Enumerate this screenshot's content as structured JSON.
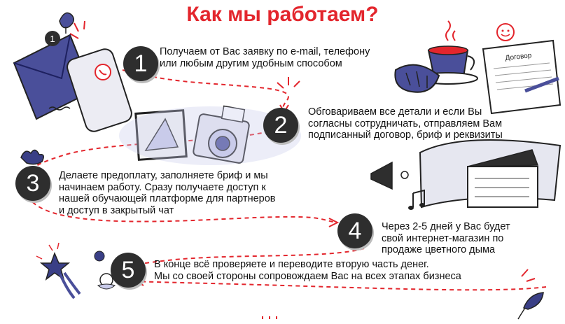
{
  "title": "Как мы работаем?",
  "steps": [
    {
      "number": "1",
      "lines": [
        "Получаем от Вас заявку по e-mail, телефону",
        "или любым другим удобным способом"
      ]
    },
    {
      "number": "2",
      "lines": [
        "Обговариваем все детали и если Вы",
        "согласны сотрудничать, отправляем Вам",
        "подписанный договор, бриф и реквизиты"
      ]
    },
    {
      "number": "3",
      "lines": [
        "Делаете предоплату, заполняете бриф и мы",
        "начинаем работу. Сразу получаете доступ к",
        "нашей обучающей платформе для партнеров",
        "и доступ в закрытый чат"
      ]
    },
    {
      "number": "4",
      "lines": [
        "Через 2-5 дней у Вас будет",
        "свой интернет-магазин по",
        "продаже цветного дыма"
      ]
    },
    {
      "number": "5",
      "lines": [
        "В конце всё проверяете и переводите вторую часть денег.",
        "Мы со своей стороны сопровождаем Вас на всех этапах бизнеса"
      ]
    }
  ],
  "illustrations": {
    "envelope_badge": "1",
    "contract_label": "Договор"
  },
  "colors": {
    "accent_red": "#e3262d",
    "badge_dark": "#2e2e2e",
    "envelope_blue": "#4a4f9a",
    "lavender": "#c9cbea"
  }
}
